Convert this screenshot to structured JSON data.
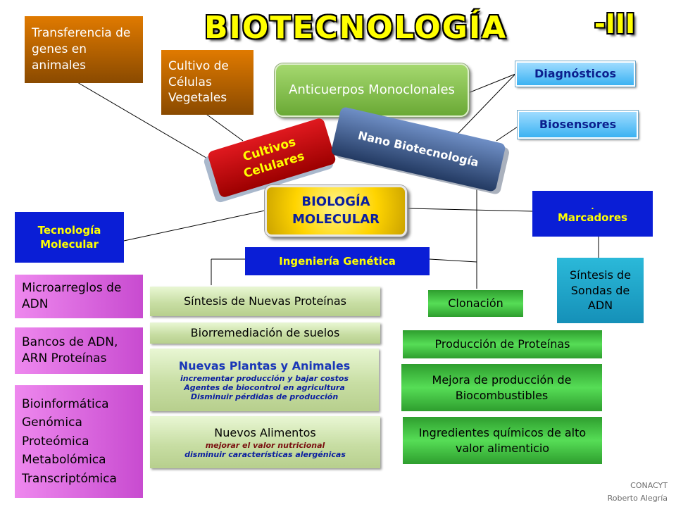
{
  "title": "BIOTECNOLOGÍA",
  "title_suffix": "-III",
  "top_left": {
    "transferencia": "Transferencia de genes en animales",
    "cultivo_celulas": "Cultivo de Células Vegetales"
  },
  "center": {
    "anticuerpos": "Anticuerpos Monoclonales",
    "cultivos": "Cultivos Celulares",
    "nano": "Nano Biotecnología",
    "biologia": "BIOLOGÍA MOLECULAR",
    "ingenieria": "Ingeniería Genética"
  },
  "right": {
    "diagnosticos": "Diagnósticos",
    "biosensores": "Biosensores",
    "marcadores_dot": ".",
    "marcadores": "Marcadores",
    "sintesis_sondas": "Síntesis de Sondas de ADN"
  },
  "left": {
    "tecnologia": "Tecnología Molecular",
    "microarreglos": "Microarreglos de ADN",
    "bancos": "Bancos de ADN, ARN Proteínas",
    "omicas": [
      "Bioinformática",
      "Genómica",
      "Proteómica",
      "Metabolómica",
      "Transcriptómica"
    ]
  },
  "middle": {
    "sintesis_proteinas": "Síntesis de Nuevas Proteínas",
    "biorremediacion": "Biorremediación de suelos",
    "nuevas_plantas": {
      "title": "Nuevas Plantas y Animales",
      "sub": [
        "incrementar producción y bajar costos",
        "Agentes de biocontrol en agricultura",
        "Disminuir pérdidas de producción"
      ]
    },
    "nuevos_alimentos": {
      "title": "Nuevos Alimentos",
      "sub": [
        "mejorar el valor nutricional",
        "disminuir características alergénicas"
      ]
    }
  },
  "lower_right": {
    "clonacion": "Clonación",
    "produccion": "Producción de Proteínas",
    "biocombustibles": "Mejora de producción de Biocombustibles",
    "ingredientes": "Ingredientes químicos de alto valor alimenticio"
  },
  "credit": [
    "CONACYT",
    "Roberto Alegría"
  ],
  "colors": {
    "title": "#ffff00",
    "blue_box": "#0a1ed6",
    "blue_text": "#ffff00",
    "red_box": "#c0000b",
    "nano_box": "#3a5f9a",
    "green_box": "#7cbf42",
    "yellow_box": "#ffd400"
  }
}
